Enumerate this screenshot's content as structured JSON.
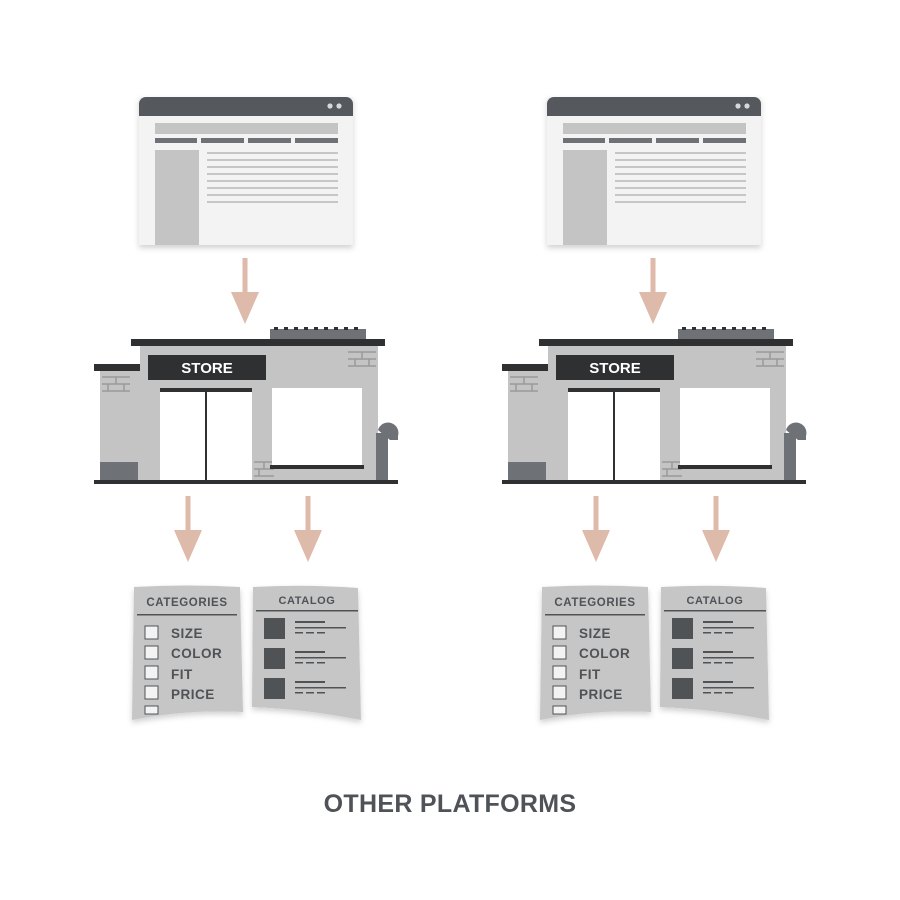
{
  "colors": {
    "window_bar": "#54585c",
    "window_body": "#f3f3f3",
    "window_gray": "#c4c4c4",
    "window_strip": "#6e7276",
    "arrow": "#ddbaa9",
    "building": "#c4c4c4",
    "building_dark": "#2f3032",
    "sign": "#2f3032",
    "sign_text": "#ffffff",
    "paper": "#c6c6c6",
    "paper_text": "#4f5357",
    "thumb": "#4f5357",
    "caption": "#4f5357"
  },
  "diagrams": [
    {
      "store_sign": "STORE",
      "categories_title": "CATEGORIES",
      "categories": [
        "SIZE",
        "COLOR",
        "FIT",
        "PRICE"
      ],
      "catalog_title": "CATALOG"
    },
    {
      "store_sign": "STORE",
      "categories_title": "CATEGORIES",
      "categories": [
        "SIZE",
        "COLOR",
        "FIT",
        "PRICE"
      ],
      "catalog_title": "CATALOG"
    }
  ],
  "caption": "OTHER PLATFORMS"
}
